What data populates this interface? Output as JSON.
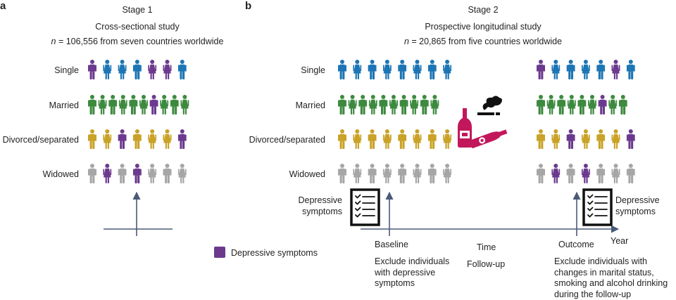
{
  "panel_a": {
    "letter": "a",
    "stage": "Stage 1",
    "design": "Cross-sectional study",
    "sample_n": "n",
    "sample_rest": " = 106,556 from seven countries worldwide",
    "rows": [
      {
        "label": "Single",
        "icons": [
          "m",
          "f",
          "f",
          "m",
          "f",
          "f",
          "m"
        ],
        "depressed": [
          0,
          4,
          5
        ]
      },
      {
        "label": "Married",
        "icons": [
          "m",
          "f",
          "m",
          "f",
          "m",
          "f",
          "m",
          "f",
          "m",
          "f"
        ],
        "depressed": [
          6
        ]
      },
      {
        "label": "Divorced/separated",
        "icons": [
          "m",
          "f",
          "m",
          "m",
          "f",
          "f",
          "m"
        ],
        "depressed": [
          2,
          6
        ]
      },
      {
        "label": "Widowed",
        "icons": [
          "m",
          "f",
          "m",
          "m",
          "f",
          "m",
          "f"
        ],
        "depressed": [
          1,
          3
        ]
      }
    ]
  },
  "panel_b": {
    "letter": "b",
    "stage": "Stage 2",
    "design": "Prospective longitudinal study",
    "sample_n": "n",
    "sample_rest": " = 20,865 from five countries worldwide",
    "labels": [
      "Single",
      "Married",
      "Divorced/separated",
      "Widowed"
    ],
    "baseline_rows": [
      {
        "icons": [
          "m",
          "f",
          "m",
          "f",
          "m",
          "f",
          "m",
          "f"
        ],
        "depressed": []
      },
      {
        "icons": [
          "m",
          "f",
          "m",
          "f",
          "m",
          "f",
          "m",
          "f",
          "m",
          "f"
        ],
        "depressed": []
      },
      {
        "icons": [
          "m",
          "f",
          "m",
          "f",
          "m",
          "f",
          "m",
          "f"
        ],
        "depressed": []
      },
      {
        "icons": [
          "m",
          "f",
          "m",
          "f",
          "m",
          "f",
          "m",
          "f"
        ],
        "depressed": []
      }
    ],
    "outcome_rows": [
      {
        "icons": [
          "m",
          "f",
          "m",
          "f",
          "m",
          "f",
          "m"
        ],
        "depressed": [
          0,
          5
        ]
      },
      {
        "icons": [
          "m",
          "f",
          "m",
          "f",
          "m",
          "f",
          "m",
          "f",
          "m"
        ],
        "depressed": [
          6
        ]
      },
      {
        "icons": [
          "m",
          "f",
          "m",
          "f",
          "m",
          "f",
          "m"
        ],
        "depressed": [
          2,
          6
        ]
      },
      {
        "icons": [
          "m",
          "f",
          "m",
          "f",
          "m",
          "f",
          "m"
        ],
        "depressed": [
          1,
          3
        ]
      }
    ],
    "depressive_left": "Depressive symptoms",
    "depressive_right": "Depressive symptoms",
    "baseline": "Baseline",
    "time": "Time",
    "outcome": "Outcome",
    "year": "Year",
    "followup": "Follow-up",
    "exclude_baseline": "Exclude individuals with depressive symptoms",
    "exclude_outcome": "Exclude individuals with changes in marital status, smoking and alcohol drinking during the follow-up"
  },
  "legend": {
    "label": "Depressive symptoms"
  },
  "colors": {
    "single": "#1c75b4",
    "married": "#3d8a3f",
    "divorced": "#c9a227",
    "widowed": "#a6a6a6",
    "depressed": "#6b3a8e",
    "axis": "#4a5a78",
    "bottle": "#c2185b",
    "text": "#231f20"
  },
  "icons": [
    "man-icon",
    "woman-icon",
    "checklist-icon",
    "wine-bottle-icon",
    "cigarette-icon",
    "arrow-icon"
  ]
}
